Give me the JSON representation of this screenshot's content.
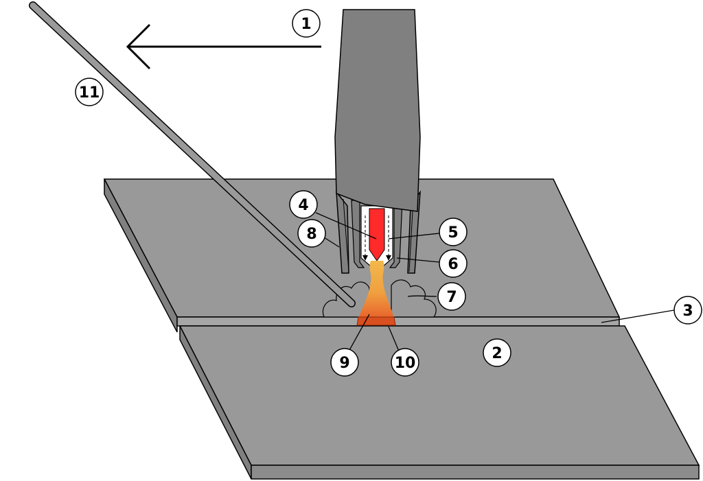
{
  "callouts": [
    {
      "id": "1",
      "text": "1"
    },
    {
      "id": "2",
      "text": "2"
    },
    {
      "id": "3",
      "text": "3"
    },
    {
      "id": "4",
      "text": "4"
    },
    {
      "id": "5",
      "text": "5"
    },
    {
      "id": "6",
      "text": "6"
    },
    {
      "id": "7",
      "text": "7"
    },
    {
      "id": "8",
      "text": "8"
    },
    {
      "id": "9",
      "text": "9"
    },
    {
      "id": "10",
      "text": "10"
    },
    {
      "id": "11",
      "text": "11"
    }
  ],
  "colors": {
    "plate": "#999999",
    "plate_edge": "#808080",
    "torch": "#808080",
    "electrode_core": "#ff2a2a",
    "arc_top": "#f2b84b",
    "arc_bottom": "#e8632c",
    "weld_pool": "#d94f1f",
    "filler_rod": "#9a9a9a",
    "outline": "#000000"
  }
}
